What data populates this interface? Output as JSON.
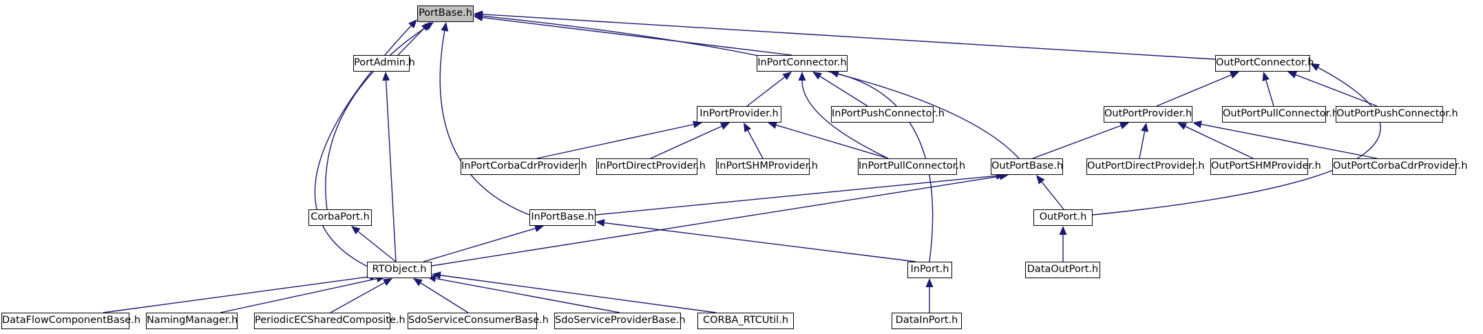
{
  "colors": {
    "edge": "#191970",
    "root_fill": "#bfbfbf",
    "node_fill": "#ffffff",
    "node_border": "#000000"
  },
  "nodes": {
    "portbase": "PortBase.h",
    "portadmin": "PortAdmin.h",
    "inportconnector": "InPortConnector.h",
    "outportconnector": "OutPortConnector.h",
    "inportprovider": "InPortProvider.h",
    "inportpushconnector": "InPortPushConnector.h",
    "outportprovider": "OutPortProvider.h",
    "outportpullconnector": "OutPortPullConnector.h",
    "outportpushconnector": "OutPortPushConnector.h",
    "inportcorbacdrprovider": "InPortCorbaCdrProvider.h",
    "inportdirectprovider": "InPortDirectProvider.h",
    "inportshmprovider": "InPortSHMProvider.h",
    "inportpullconnector": "InPortPullConnector.h",
    "outportbase": "OutPortBase.h",
    "outportdirectprovider": "OutPortDirectProvider.h",
    "outportshmprovider": "OutPortSHMProvider.h",
    "outportcorbacdrprovider": "OutPortCorbaCdrProvider.h",
    "corbaport": "CorbaPort.h",
    "inportbase": "InPortBase.h",
    "outport": "OutPort.h",
    "rtobject": "RTObject.h",
    "inport": "InPort.h",
    "dataoutport": "DataOutPort.h",
    "dataflowcomponentbase": "DataFlowComponentBase.h",
    "namingmanager": "NamingManager.h",
    "periodicecsharedcomposite": "PeriodicECSharedComposite.h",
    "sdoserviceconsumerbase": "SdoServiceConsumerBase.h",
    "sdoserviceproviderbase": "SdoServiceProviderBase.h",
    "corba_rtcutil": "CORBA_RTCUtil.h",
    "datainport": "DataInPort.h"
  },
  "edges": [
    [
      "portadmin",
      "portbase"
    ],
    [
      "inportconnector",
      "portbase"
    ],
    [
      "outportconnector",
      "portbase"
    ],
    [
      "outportbase",
      "portbase"
    ],
    [
      "corbaport",
      "portbase"
    ],
    [
      "inportbase",
      "portbase"
    ],
    [
      "rtobject",
      "portbase"
    ],
    [
      "rtobject",
      "portadmin"
    ],
    [
      "inportprovider",
      "inportconnector"
    ],
    [
      "inportpushconnector",
      "inportconnector"
    ],
    [
      "inportpullconnector",
      "inportconnector"
    ],
    [
      "inport",
      "inportconnector"
    ],
    [
      "outportprovider",
      "outportconnector"
    ],
    [
      "outportpullconnector",
      "outportconnector"
    ],
    [
      "outportpushconnector",
      "outportconnector"
    ],
    [
      "outport",
      "outportconnector"
    ],
    [
      "inportcorbacdrprovider",
      "inportprovider"
    ],
    [
      "inportdirectprovider",
      "inportprovider"
    ],
    [
      "inportshmprovider",
      "inportprovider"
    ],
    [
      "inportpullconnector",
      "inportprovider"
    ],
    [
      "outportbase",
      "outportprovider"
    ],
    [
      "outportdirectprovider",
      "outportprovider"
    ],
    [
      "outportshmprovider",
      "outportprovider"
    ],
    [
      "outportcorbacdrprovider",
      "outportprovider"
    ],
    [
      "inportbase",
      "outportbase"
    ],
    [
      "rtobject",
      "outportbase"
    ],
    [
      "outport",
      "outportbase"
    ],
    [
      "rtobject",
      "corbaport"
    ],
    [
      "rtobject",
      "inportbase"
    ],
    [
      "inport",
      "inportbase"
    ],
    [
      "dataoutport",
      "outport"
    ],
    [
      "dataflowcomponentbase",
      "rtobject"
    ],
    [
      "namingmanager",
      "rtobject"
    ],
    [
      "periodicecsharedcomposite",
      "rtobject"
    ],
    [
      "sdoserviceconsumerbase",
      "rtobject"
    ],
    [
      "sdoserviceproviderbase",
      "rtobject"
    ],
    [
      "corba_rtcutil",
      "rtobject"
    ],
    [
      "datainport",
      "inport"
    ]
  ]
}
